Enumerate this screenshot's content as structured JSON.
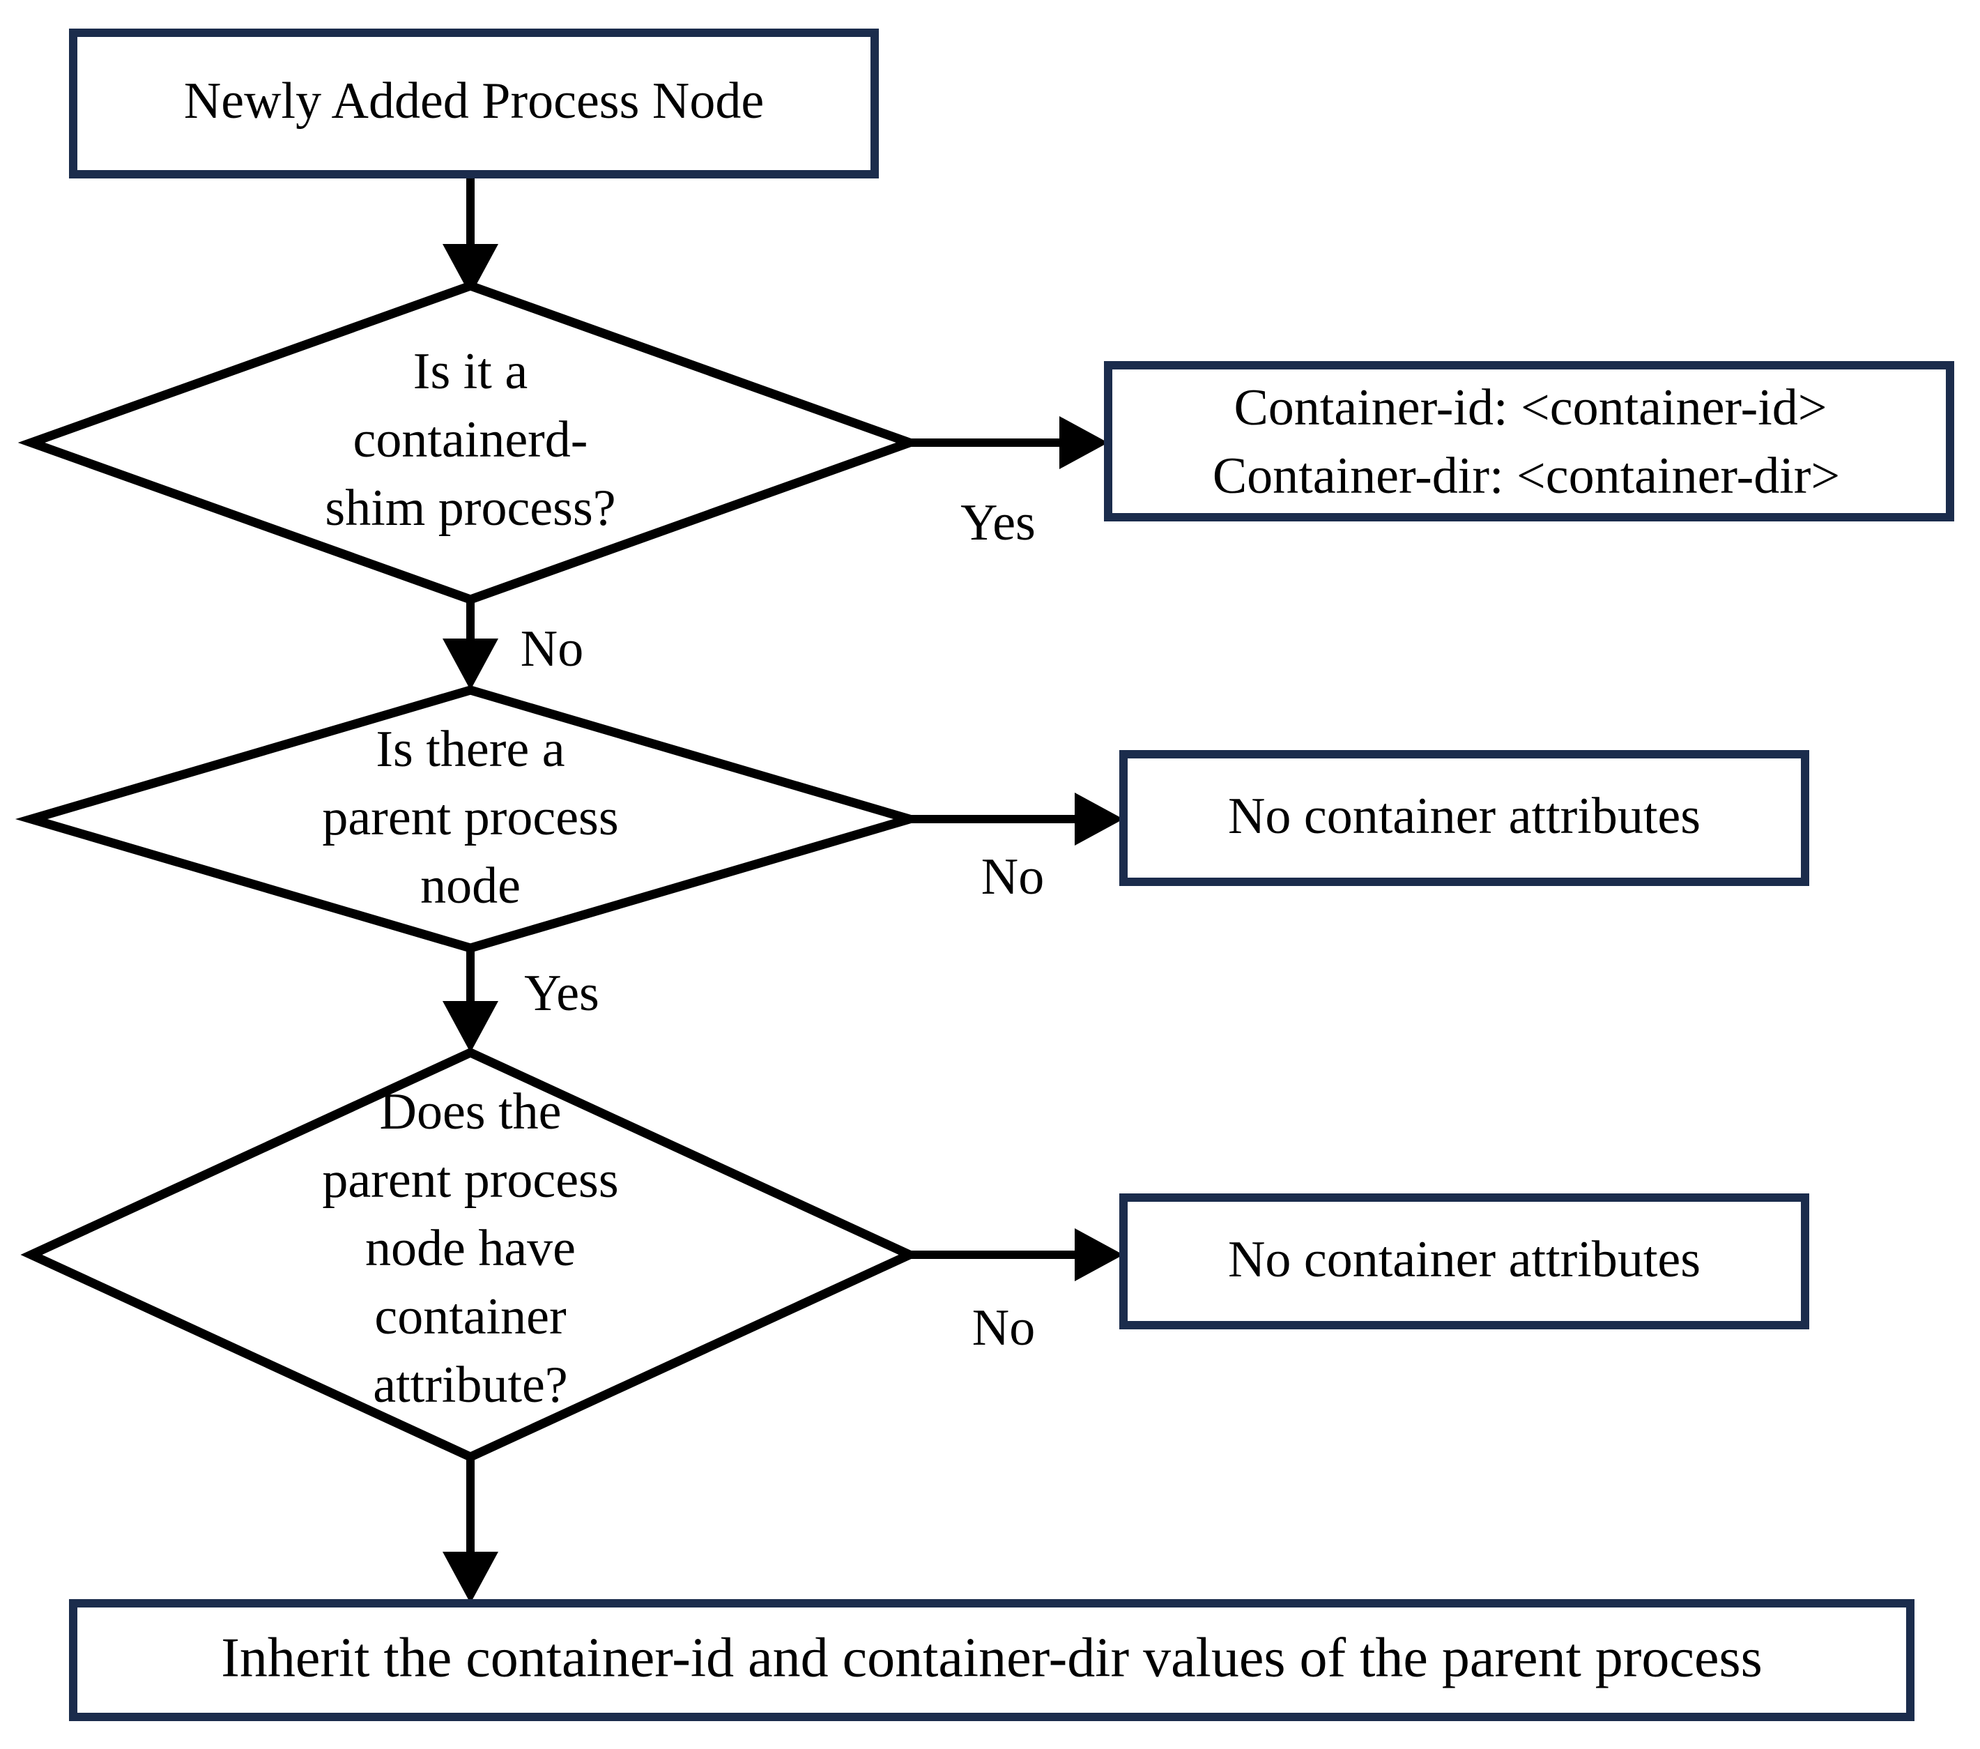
{
  "diagram": {
    "title_node": "Newly Added Process Node",
    "colors": {
      "box_border": "#1b2c4c",
      "line": "#000000",
      "text": "#000000",
      "background": "#ffffff"
    },
    "nodes": {
      "start": {
        "label": "Newly Added Process Node",
        "shape": "rectangle"
      },
      "decision_shim": {
        "line1": "Is it a",
        "line2": "containerd-",
        "line3": "shim process?",
        "shape": "diamond"
      },
      "container_attrs": {
        "line1": "Container-id: <container-id>",
        "line2": "Container-dir: <container-dir>",
        "shape": "rectangle"
      },
      "decision_parent": {
        "line1": "Is there a",
        "line2": "parent process",
        "line3": "node",
        "shape": "diamond"
      },
      "no_attrs_1": {
        "label": "No container attributes",
        "shape": "rectangle"
      },
      "decision_parent_attr": {
        "line1": "Does the",
        "line2": "parent process",
        "line3": "node have",
        "line4": "container",
        "line5": "attribute?",
        "shape": "diamond"
      },
      "no_attrs_2": {
        "label": "No container attributes",
        "shape": "rectangle"
      },
      "inherit": {
        "label": "Inherit the container-id and container-dir values of the parent process",
        "shape": "rectangle"
      }
    },
    "edge_labels": {
      "shim_yes": "Yes",
      "shim_no": "No",
      "parent_no": "No",
      "parent_yes": "Yes",
      "attr_no": "No"
    }
  }
}
